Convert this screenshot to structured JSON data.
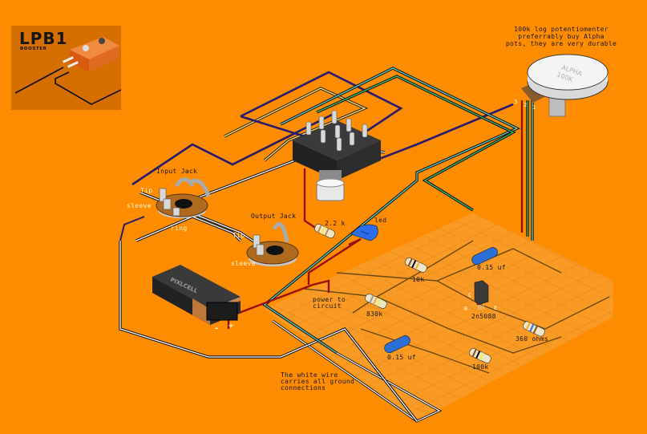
{
  "logo": {
    "title": "LPB1",
    "subtitle": "BOOSTER"
  },
  "pot_note": {
    "lines": [
      "100k log potentiomenter",
      "preferrably buy Alpha",
      "pots, they are very durable"
    ],
    "pot_face_text": [
      "ALPHA",
      "100K"
    ],
    "pin_labels": [
      "3",
      "2",
      "1"
    ]
  },
  "input_jack": {
    "title": "Input Jack",
    "tip": "Tip",
    "sleeve": "sleeve",
    "ring": "ring"
  },
  "output_jack": {
    "title": "Output Jack",
    "tip": "Tip",
    "sleeve": "sleeve"
  },
  "led_section": {
    "resistor_label": "2.2 k",
    "led_label": "led"
  },
  "battery": {
    "brand": "PIXLCELL",
    "negative": "-",
    "positive": "+"
  },
  "notes": {
    "power": [
      "power to",
      "circuit"
    ],
    "ground": [
      "The white wire",
      "carries all ground",
      "connections"
    ]
  },
  "board": {
    "r_10k": "10k",
    "cap_top": "0.15 uf",
    "r_830k": "830k",
    "transistor": "2n5088",
    "pin_c": "C",
    "pin_b": "B",
    "pin_e": "E",
    "r_360": "360 ohms",
    "cap_bottom": "0.15 uf",
    "r_100k": "100k"
  },
  "colors": {
    "background": "#fe8c00",
    "board": "#f99a24",
    "wire_white": "#ffffff",
    "wire_navy": "#2a1a6a",
    "wire_teal": "#5fd0c0",
    "wire_green": "#3fc060",
    "wire_red": "#9a1010",
    "wire_purple": "#7a2ad0",
    "led_blue": "#2c6ee8",
    "cap_blue": "#2a6fd8"
  }
}
